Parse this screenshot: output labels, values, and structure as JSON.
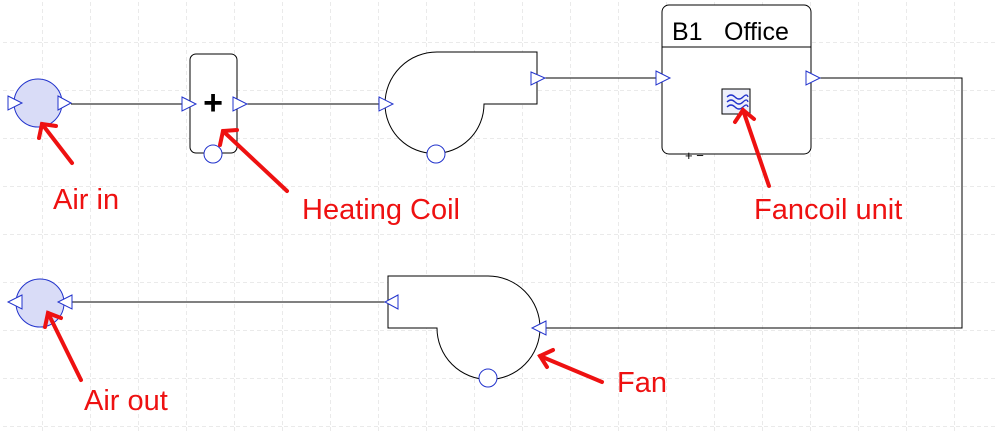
{
  "colors": {
    "annotation": "#ee1111",
    "port": "#2233cc",
    "node_fill": "#d9dcf7",
    "grid": "#d4d4d4",
    "line": "#000000"
  },
  "zone": {
    "name_prefix": "B1",
    "name": "Office",
    "corner_marker": "+ −"
  },
  "components": {
    "heating_coil_symbol": "+",
    "fancoil_icon": "fancoil-icon"
  },
  "labels": {
    "air_in": "Air in",
    "heating_coil": "Heating Coil",
    "fancoil_unit": "Fancoil unit",
    "air_out": "Air out",
    "fan": "Fan"
  }
}
